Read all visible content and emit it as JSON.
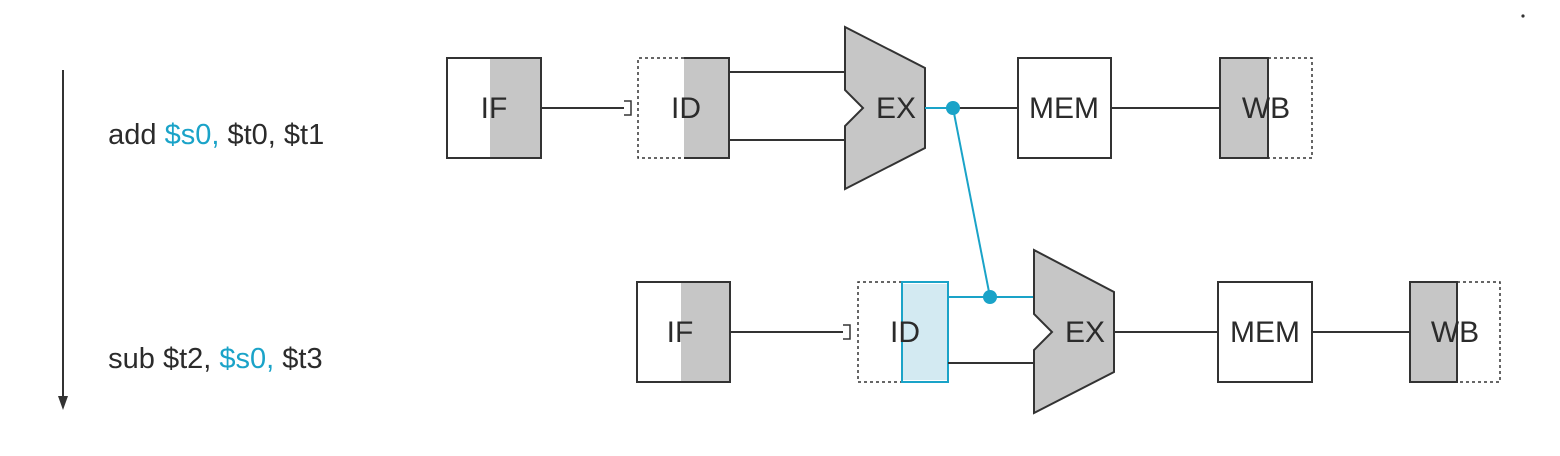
{
  "instructions": [
    {
      "op": "add ",
      "dest": "$s0,",
      "rest": " $t0, $t1",
      "highlight": "dest"
    },
    {
      "op": "sub $t2, ",
      "src": "$s0,",
      "rest": " $t3",
      "highlight": "src"
    }
  ],
  "stages": {
    "if": "IF",
    "id": "ID",
    "ex": "EX",
    "mem": "MEM",
    "wb": "WB"
  },
  "colors": {
    "highlight": "#1aa3c8",
    "shade": "#c6c6c6",
    "highlight_fill": "#d3eaf2",
    "line": "#333333"
  }
}
